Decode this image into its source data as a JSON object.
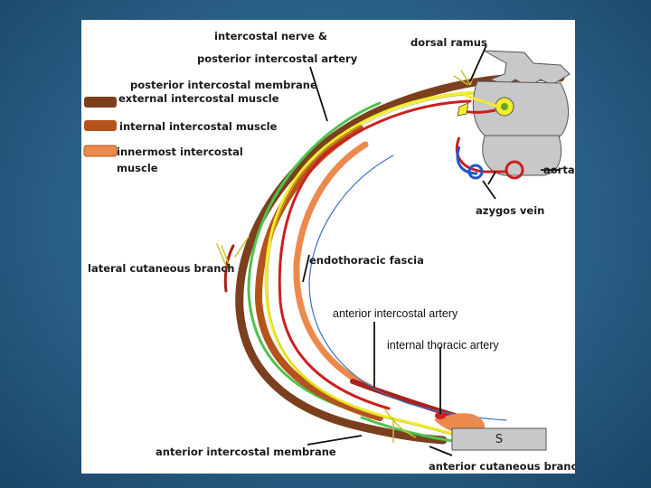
{
  "labels": {
    "intercostal_nerve": "intercostal nerve &",
    "posterior_intercostal_artery": "posterior intercostal artery",
    "dorsal_ramus": "dorsal ramus",
    "posterior_intercostal_membrane": "posterior intercostal membrane",
    "external_intercostal_muscle": "external intercostal muscle",
    "internal_intercostal_muscle": "internal intercostal muscle",
    "innermost_intercostal_line1": "innermost intercostal",
    "innermost_intercostal_line2": "muscle",
    "aorta": "aorta",
    "azygos_vein": "azygos vein",
    "lateral_cutaneous_branch": "lateral cutaneous branch",
    "endothoracic_fascia": "endothoracic fascia",
    "anterior_intercostal_artery": "anterior intercostal artery",
    "internal_thoracic_artery": "internal thoracic artery",
    "anterior_intercostal_membrane": "anterior intercostal membrane",
    "anterior_cutaneous_branch": "anterior cutaneous branch",
    "sternum": "S"
  },
  "colors": {
    "external_muscle": "#7b3f1e",
    "internal_muscle": "#b5531c",
    "innermost_muscle": "#ec8a4e",
    "nerve": "#f2ec2a",
    "artery": "#cc1f1f",
    "vein": "#2157c9",
    "membrane_green": "#4fc24f",
    "vertebra": "#c8c8c8",
    "sternum": "#c8c8c8"
  }
}
